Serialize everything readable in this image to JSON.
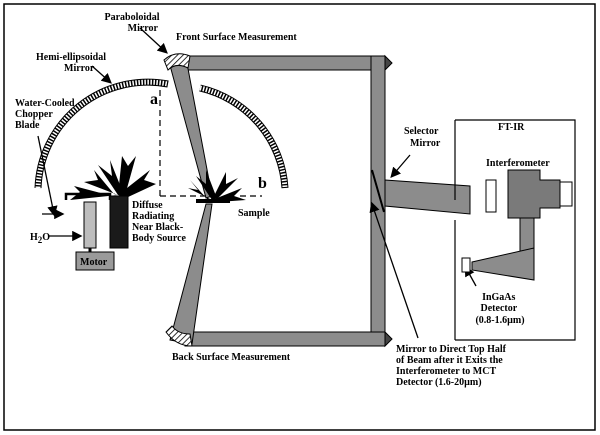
{
  "labels": {
    "paraboloidal_mirror": [
      "Paraboloidal",
      "Mirror"
    ],
    "front_surface": "Front Surface Measurement",
    "hemi_ellipsoidal_mirror": [
      "Hemi-ellipsoidal",
      "Mirror"
    ],
    "point_a": "a",
    "point_b": "b",
    "chopper": [
      "Water-Cooled",
      "Chopper",
      "Blade"
    ],
    "sample": "Sample",
    "source": [
      "Diffuse",
      "Radiating",
      "Near Black-",
      "Body Source"
    ],
    "h2o": "H",
    "h2o_sub": "2",
    "h2o_tail": "O",
    "motor": "Motor",
    "back_surface": "Back Surface Measurement",
    "selector_mirror": [
      "Selector",
      "Mirror"
    ],
    "ftir": "FT-IR",
    "interferometer": "Interferometer",
    "ingaas": [
      "InGaAs",
      "Detector",
      "(0.8-1.6µm)"
    ],
    "mct_mirror": [
      "Mirror to Direct Top Half",
      "of Beam after it Exits the",
      "Interferometer to MCT",
      "Detector (1.6-20µm)"
    ]
  },
  "colors": {
    "beam_fill": "#8c8c8c",
    "beam_dark": "#5a5a5a",
    "hatch": "#000000",
    "motor_fill": "#9a9a9a",
    "source_fill": "#1a1a1a"
  }
}
